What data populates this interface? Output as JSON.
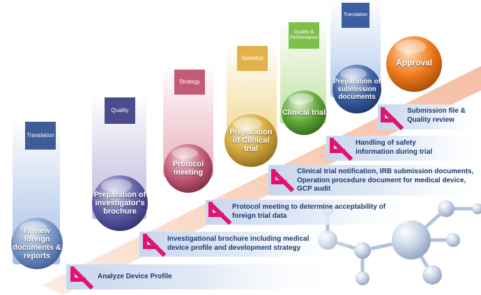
{
  "stages": [
    {
      "tag": "Translation",
      "ball": "Review foreign documents & reports",
      "color": "#7a97c9"
    },
    {
      "tag": "Quality",
      "ball": "Preparation of investigator's brochure",
      "color": "#5a5a9e"
    },
    {
      "tag": "Strategy",
      "ball": "Protocol meeting",
      "color": "#c25b78"
    },
    {
      "tag": "Speedup",
      "ball": "Preparation of Clinical trial",
      "color": "#e3b04a"
    },
    {
      "tag": "Quality & Performance",
      "ball": "Clinical trial",
      "color": "#7cc04a"
    },
    {
      "tag": "Translation",
      "ball": "Preparation of submission documents",
      "color": "#3b5fa0"
    },
    {
      "tag": "",
      "ball": "Approval",
      "color": "#f07a1c"
    }
  ],
  "steps": [
    "Analyze Device Profile",
    "Investigational brochure including medical device profile and development strategy",
    "Protocol meeting to determine acceptability of foreign trial data",
    "Clinical trial notification, IRB submission documents, Operation procedure document for medical device, GCP audit",
    "Handling of safety information during trial",
    "Submission file & Quality review"
  ]
}
